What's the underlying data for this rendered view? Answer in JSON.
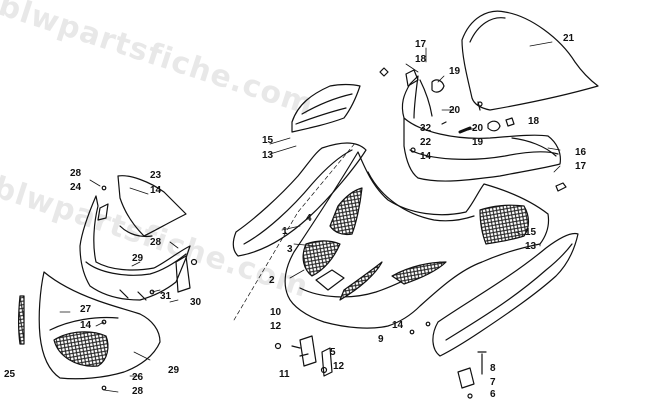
{
  "watermark_text": "blwpartsfiche.com",
  "colors": {
    "line": "#111111",
    "mesh": "#222222",
    "watermark": "#969696"
  },
  "callouts": {
    "c1": "1",
    "c2": "2",
    "c3": "3",
    "c4": "4",
    "c5": "5",
    "c6": "6",
    "c7": "7",
    "c8": "8",
    "c9": "9",
    "c10": "10",
    "c11": "11",
    "c12a": "12",
    "c12b": "12",
    "c13a": "13",
    "c13b": "13",
    "c14a": "14",
    "c14b": "14",
    "c14c": "14",
    "c14d": "14",
    "c15a": "15",
    "c15b": "15",
    "c16": "16",
    "c17a": "17",
    "c17b": "17",
    "c18a": "18",
    "c18b": "18",
    "c19a": "19",
    "c19b": "19",
    "c20a": "20",
    "c20b": "20",
    "c21": "21",
    "c22": "22",
    "c23": "23",
    "c24": "24",
    "c25": "25",
    "c26": "26",
    "c27": "27",
    "c28a": "28",
    "c28b": "28",
    "c28c": "28",
    "c29a": "29",
    "c29b": "29",
    "c30": "30",
    "c31": "31",
    "c32": "32"
  }
}
